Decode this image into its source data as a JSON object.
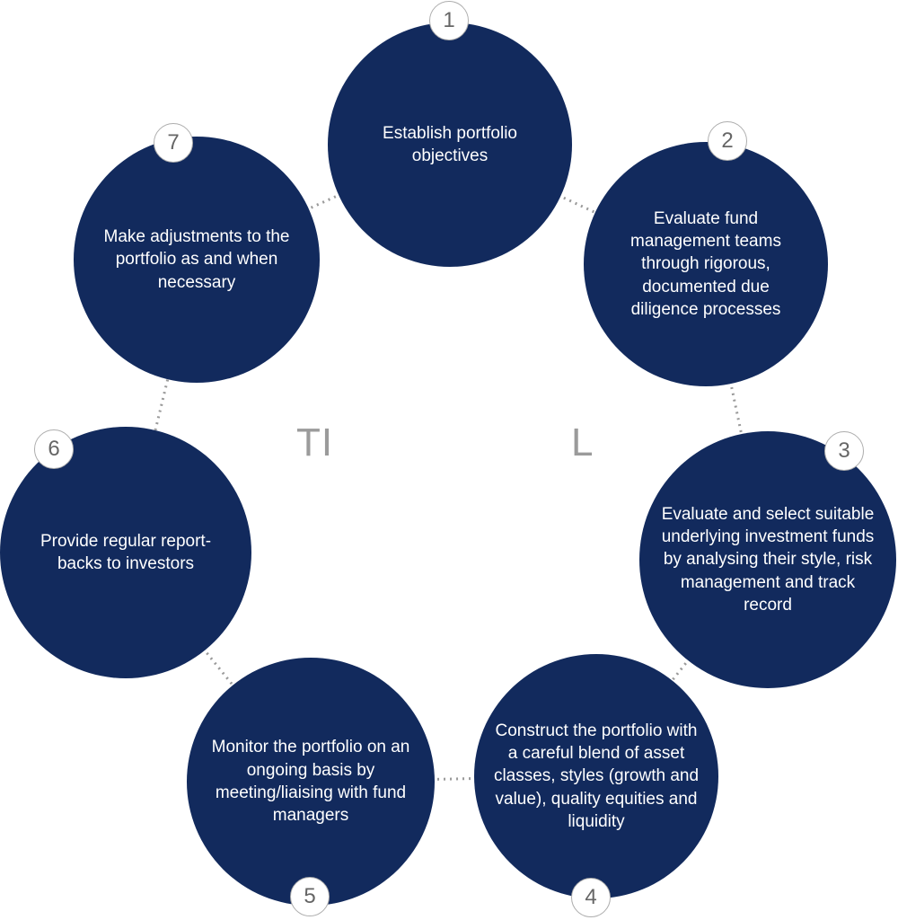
{
  "diagram": {
    "title_fragments": {
      "left": "TI",
      "right": "L"
    },
    "colors": {
      "circle_fill": "#122A5D",
      "circle_text": "#FFFFFF",
      "badge_background": "#FFFFFF",
      "badge_border": "#ADADAD",
      "badge_number": "#666666",
      "connector": "#9A9A9A",
      "watermark": "#9B9B9B"
    },
    "steps": [
      {
        "number": "1",
        "text": "Establish portfolio objectives"
      },
      {
        "number": "2",
        "text": "Evaluate fund management teams through rigorous, documented due diligence processes"
      },
      {
        "number": "3",
        "text": "Evaluate and select suitable underlying investment funds by analysing their style, risk management and track record"
      },
      {
        "number": "4",
        "text": "Construct the portfolio with a careful blend of asset classes, styles (growth and value), quality equities and liquidity"
      },
      {
        "number": "5",
        "text": "Monitor the portfolio on an ongoing basis by meeting/liaising with fund managers"
      },
      {
        "number": "6",
        "text": "Provide regular report-backs to investors"
      },
      {
        "number": "7",
        "text": "Make adjustments to the portfolio as and when necessary"
      }
    ]
  }
}
